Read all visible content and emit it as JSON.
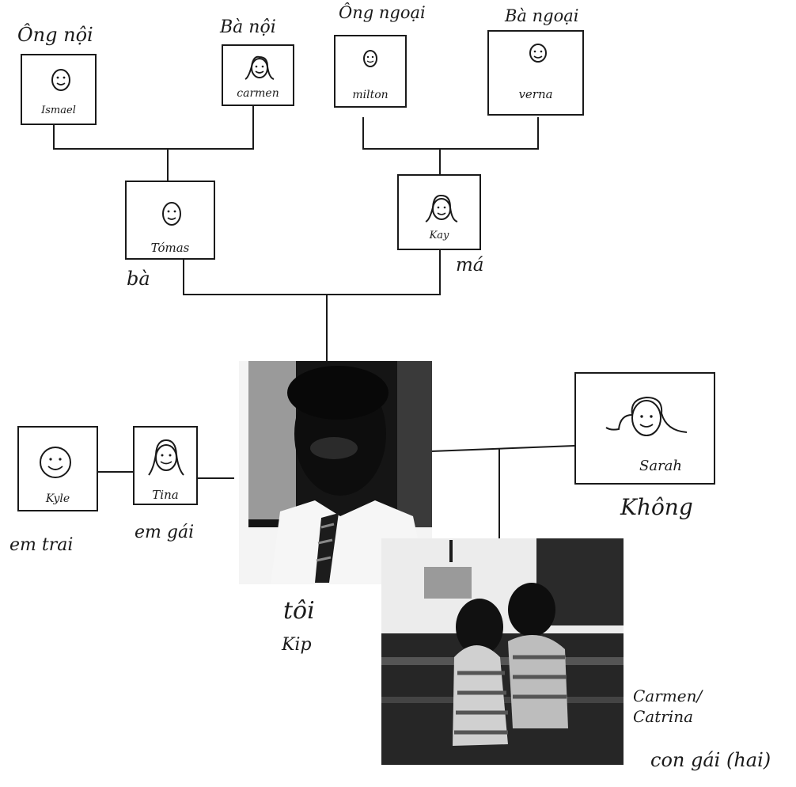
{
  "tree": {
    "paternal_grandfather": {
      "role": "Ông nội",
      "name": "Ismael"
    },
    "paternal_grandmother": {
      "role": "Bà nội",
      "name": "carmen"
    },
    "maternal_grandfather": {
      "role": "Ông ngoại",
      "name": "milton"
    },
    "maternal_grandmother": {
      "role": "Bà ngoại",
      "name": "verna"
    },
    "father": {
      "name": "Tómas",
      "role": "bà"
    },
    "mother": {
      "name": "Kay",
      "role": "má"
    },
    "self": {
      "role": "tôi",
      "name": "Kip"
    },
    "brother": {
      "name": "Kyle",
      "role": "em trai"
    },
    "sister": {
      "name": "Tina",
      "role": "em gái"
    },
    "wife": {
      "name": "Sarah",
      "role": "Không"
    },
    "daughters": {
      "names": "Carmen/ Catrina",
      "role": "con gái (hai)"
    }
  },
  "colors": {
    "ink": "#1a1a1a",
    "paper": "#ffffff",
    "photo_dark": "#2a2a2a"
  }
}
